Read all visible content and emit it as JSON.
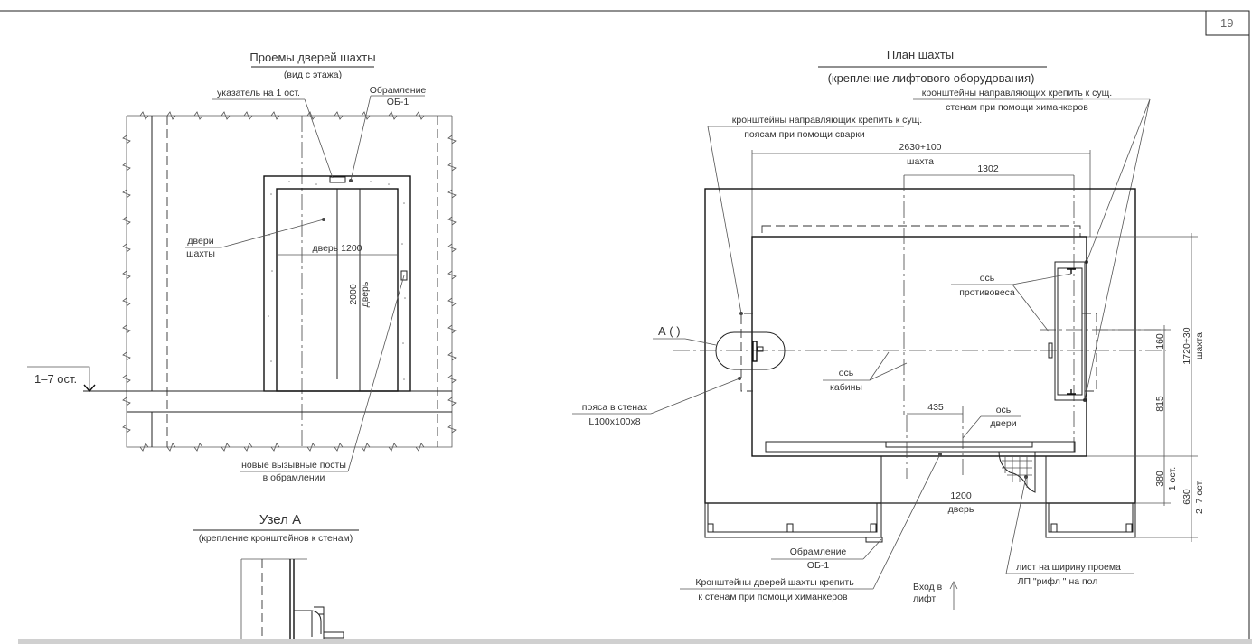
{
  "page_number": "19",
  "door_view": {
    "title": "Проемы дверей шахты",
    "subtitle": "(вид с этажа)",
    "pointer_label": "указатель на 1 ост.",
    "frame_label": "Обрамление",
    "frame_code": "ОБ-1",
    "doors_label_1": "двери",
    "doors_label_2": "шахты",
    "door_width": "дверь 1200",
    "door_height": "2000",
    "door_height_label": "дверь",
    "level_mark": "1–7 ост.",
    "call_posts_1": "новые вызывные посты",
    "call_posts_2": "в обрамлении"
  },
  "node_a": {
    "title": "Узел А",
    "subtitle": "(крепление кронштейнов  к стенам)"
  },
  "shaft_plan": {
    "title": "План шахты",
    "subtitle": "(крепление лифтового оборудования)",
    "brackets_right_1": "кронштейны направляющих крепить к сущ.",
    "brackets_right_2": "стенам при помощи  химанкеров",
    "brackets_left_1": "кронштейны направляющих крепить к сущ.",
    "brackets_left_2": "поясам  при помощи  сварки",
    "dim_shaft_width": "2630+100",
    "dim_shaft_label": "шахта",
    "dim_1302": "1302",
    "node_ref": "А ( )",
    "cabin_axis_1": "ось",
    "cabin_axis_2": "кабины",
    "cw_axis_1": "ось",
    "cw_axis_2": "противовеса",
    "belts_1": "пояса в стенах",
    "belts_2": "L100x100x8",
    "dim_435": "435",
    "door_axis_1": "ось",
    "door_axis_2": "двери",
    "dim_door": "1200",
    "dim_door_label": "дверь",
    "frame_label": "Обрамление",
    "frame_code": "ОБ-1",
    "door_brackets_1": "Кронштейны дверей шахты  крепить",
    "door_brackets_2": "к стенам при помощи  химанкеров",
    "entry_1": "Вход в",
    "entry_2": "лифт",
    "sheet_1": "лист на ширину проема",
    "sheet_2": "ЛП \"рифл \" на пол",
    "dim_160": "160",
    "dim_815": "815",
    "dim_380": "380",
    "dim_380_label": "1 ост.",
    "dim_depth": "1720+30",
    "dim_depth_label": "шахта",
    "dim_630": "630",
    "dim_630_label": "2–7 ост."
  }
}
